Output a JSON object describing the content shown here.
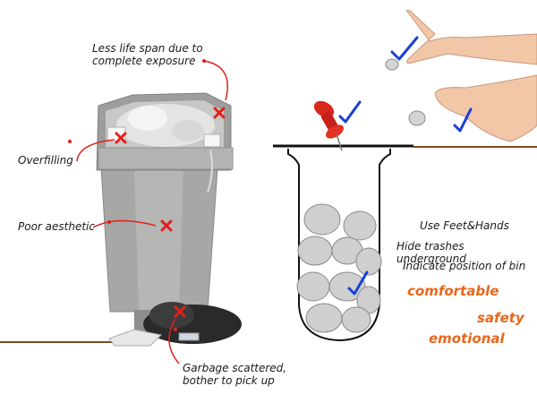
{
  "problems": {
    "lifespan": "Less life span due to\ncomplete exposure",
    "overfilling": "Overfilling",
    "aesthetic": "Poor aesthetic",
    "garbage": "Garbage scattered,\nbother to pick up"
  },
  "features": {
    "feet_hands": "Use Feet&Hands",
    "underground": "Hide trashes underground",
    "indicate": "Indicate position of bin"
  },
  "keywords": {
    "comfortable": "comfortable",
    "safety": "safety",
    "emotional": "emotional"
  },
  "colors": {
    "accent_orange": "#e8671a",
    "cross_red": "#e0201c",
    "check_blue": "#1a3fd6",
    "ground_brown": "#7a4a24"
  }
}
